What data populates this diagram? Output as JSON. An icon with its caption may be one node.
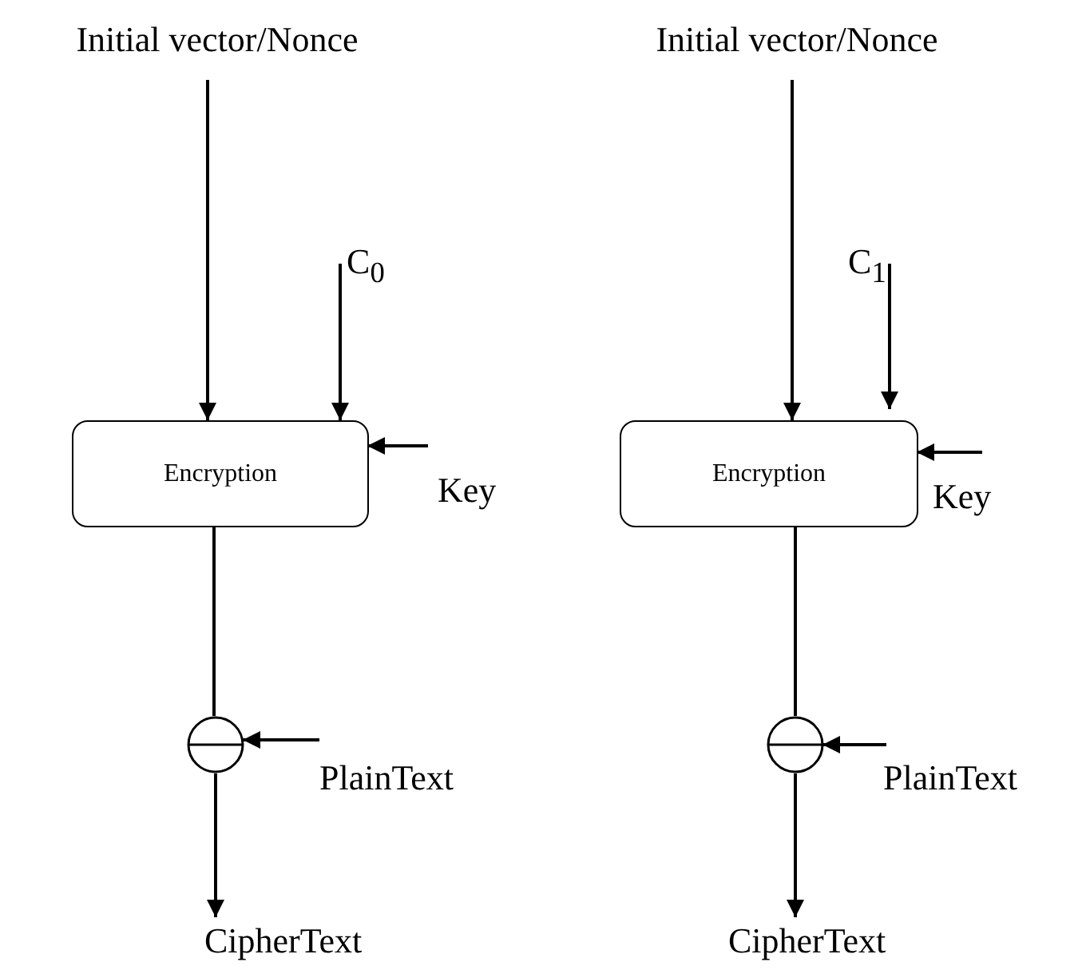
{
  "diagram": {
    "nodes": [
      {
        "text": [
          "Initial vector/Nonce"
        ]
      },
      {
        "text": [
          "C$_{0}$"
        ]
      },
      {
        "text": [
          "Encryption"
        ]
      },
      {
        "text": [
          "Key"
        ]
      },
      {
        "text": [],
        "shape": "circle"
      },
      {
        "text": [
          "PlainText"
        ]
      },
      {
        "text": [
          "CipherText"
        ]
      },
      {
        "text": [
          "Initial vector/Nonce"
        ]
      },
      {
        "text": [
          "C$_{1}$"
        ]
      },
      {
        "text": [
          "Encryption"
        ]
      },
      {
        "text": [
          "Key"
        ]
      },
      {
        "text": [],
        "shape": "circle"
      },
      {
        "text": [
          "PlainText"
        ]
      },
      {
        "text": [
          "CipherText"
        ]
      }
    ],
    "edges": [
      {
        "from": 0,
        "to": 2,
        "arrow": "to"
      },
      {
        "from": 1,
        "to": 2,
        "arrow": "to"
      },
      {
        "from": 3,
        "to": 2,
        "arrow": "to"
      },
      {
        "from": 2,
        "to": 4,
        "arrow": "none"
      },
      {
        "from": 5,
        "to": 4,
        "arrow": "to"
      },
      {
        "from": 4,
        "to": 6,
        "arrow": "to"
      },
      {
        "from": 7,
        "to": 9,
        "arrow": "to"
      },
      {
        "from": 8,
        "to": 9,
        "arrow": "to"
      },
      {
        "from": 10,
        "to": 9,
        "arrow": "to"
      },
      {
        "from": 9,
        "to": 11,
        "arrow": "none"
      },
      {
        "from": 12,
        "to": 11,
        "arrow": "to"
      },
      {
        "from": 11,
        "to": 13,
        "arrow": "to"
      }
    ]
  }
}
